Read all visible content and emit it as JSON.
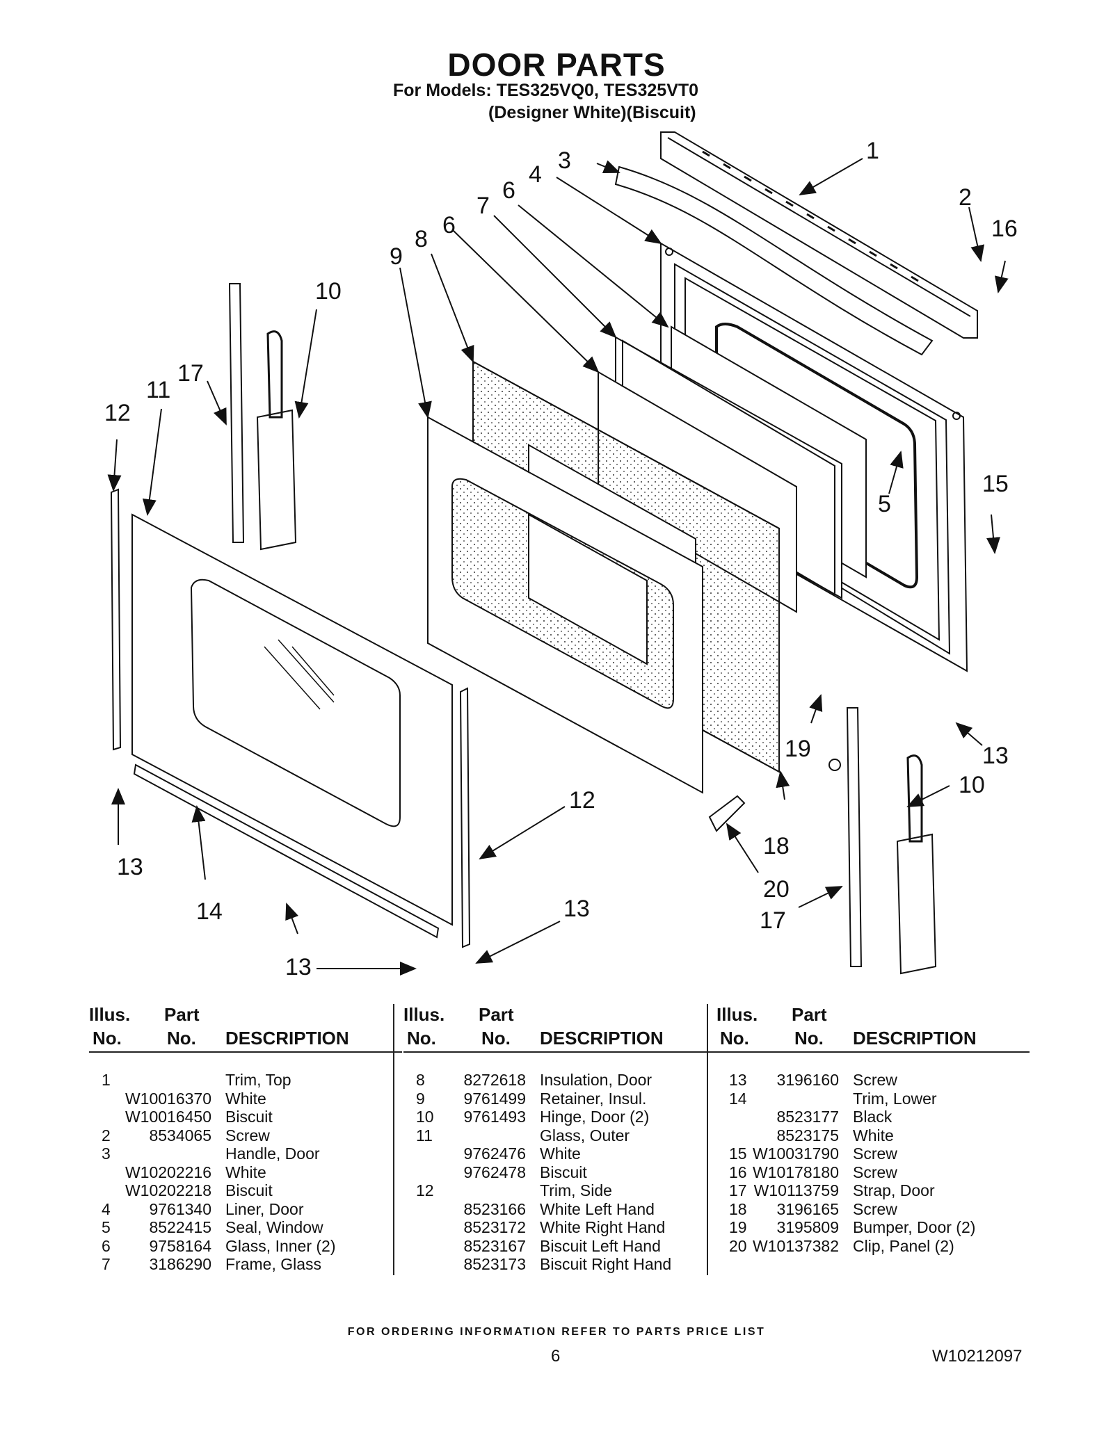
{
  "header": {
    "title": "DOOR PARTS",
    "models": "For Models: TES325VQ0, TES325VT0",
    "colors": "(Designer White)(Biscuit)"
  },
  "callouts": [
    "1",
    "2",
    "3",
    "4",
    "5",
    "6",
    "6",
    "7",
    "8",
    "9",
    "10",
    "10",
    "11",
    "12",
    "12",
    "13",
    "13",
    "13",
    "13",
    "14",
    "15",
    "16",
    "17",
    "17",
    "18",
    "19",
    "20"
  ],
  "table": {
    "headers": {
      "illus": "Illus.",
      "no": "No.",
      "part": "Part",
      "part_no": "No.",
      "description": "DESCRIPTION"
    },
    "columns": [
      {
        "rows": [
          {
            "illus": "1",
            "part": "",
            "desc": "Trim, Top"
          },
          {
            "illus": "",
            "part": "W10016370",
            "desc": "White"
          },
          {
            "illus": "",
            "part": "W10016450",
            "desc": "Biscuit"
          },
          {
            "illus": "2",
            "part": "8534065",
            "desc": "Screw"
          },
          {
            "illus": "3",
            "part": "",
            "desc": "Handle, Door"
          },
          {
            "illus": "",
            "part": "W10202216",
            "desc": "White"
          },
          {
            "illus": "",
            "part": "W10202218",
            "desc": "Biscuit"
          },
          {
            "illus": "4",
            "part": "9761340",
            "desc": "Liner, Door"
          },
          {
            "illus": "5",
            "part": "8522415",
            "desc": "Seal, Window"
          },
          {
            "illus": "6",
            "part": "9758164",
            "desc": "Glass, Inner (2)"
          },
          {
            "illus": "7",
            "part": "3186290",
            "desc": "Frame, Glass"
          }
        ]
      },
      {
        "rows": [
          {
            "illus": "8",
            "part": "8272618",
            "desc": "Insulation, Door"
          },
          {
            "illus": "9",
            "part": "9761499",
            "desc": "Retainer, Insul."
          },
          {
            "illus": "10",
            "part": "9761493",
            "desc": "Hinge, Door (2)"
          },
          {
            "illus": "11",
            "part": "",
            "desc": "Glass, Outer"
          },
          {
            "illus": "",
            "part": "9762476",
            "desc": "White"
          },
          {
            "illus": "",
            "part": "9762478",
            "desc": "Biscuit"
          },
          {
            "illus": "12",
            "part": "",
            "desc": "Trim, Side"
          },
          {
            "illus": "",
            "part": "8523166",
            "desc": "White Left Hand"
          },
          {
            "illus": "",
            "part": "8523172",
            "desc": "White Right Hand"
          },
          {
            "illus": "",
            "part": "8523167",
            "desc": "Biscuit Left Hand"
          },
          {
            "illus": "",
            "part": "8523173",
            "desc": "Biscuit Right Hand"
          }
        ]
      },
      {
        "rows": [
          {
            "illus": "13",
            "part": "3196160",
            "desc": "Screw"
          },
          {
            "illus": "14",
            "part": "",
            "desc": "Trim, Lower"
          },
          {
            "illus": "",
            "part": "8523177",
            "desc": "Black"
          },
          {
            "illus": "",
            "part": "8523175",
            "desc": "White"
          },
          {
            "illus": "15",
            "part": "W10031790",
            "desc": "Screw"
          },
          {
            "illus": "16",
            "part": "W10178180",
            "desc": "Screw"
          },
          {
            "illus": "17",
            "part": "W10113759",
            "desc": "Strap, Door"
          },
          {
            "illus": "18",
            "part": "3196165",
            "desc": "Screw"
          },
          {
            "illus": "19",
            "part": "3195809",
            "desc": "Bumper, Door (2)"
          },
          {
            "illus": "20",
            "part": "W10137382",
            "desc": "Clip, Panel (2)"
          }
        ]
      }
    ]
  },
  "footer": {
    "ordering": "FOR ORDERING INFORMATION REFER TO PARTS PRICE LIST",
    "page": "6",
    "doc_number": "W10212097"
  }
}
